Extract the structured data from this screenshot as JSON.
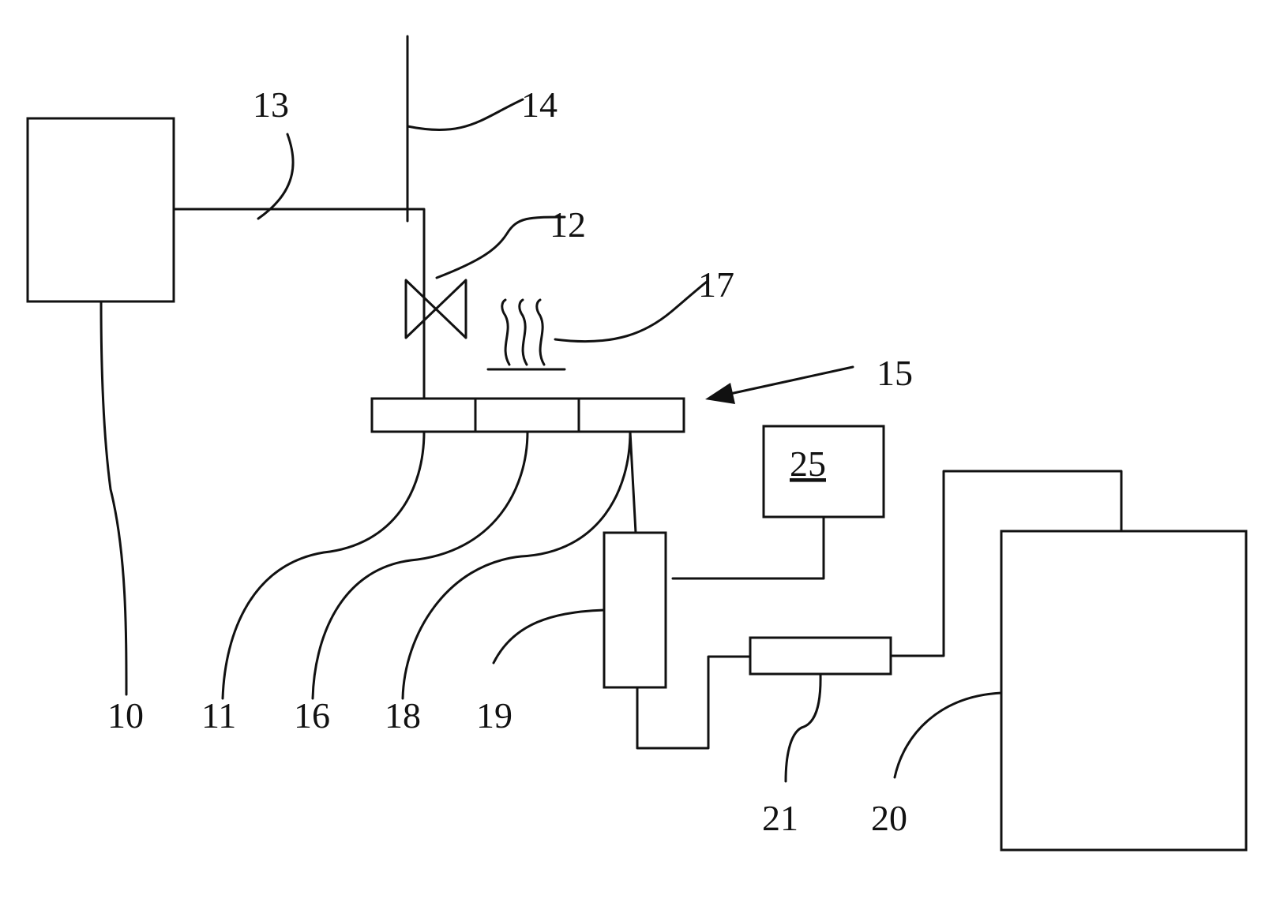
{
  "figure": {
    "colors": {
      "ink": "#111111",
      "paper": "#ffffff"
    },
    "labels": {
      "l10": "10",
      "l11": "11",
      "l12": "12",
      "l13": "13",
      "l14": "14",
      "l15": "15",
      "l16": "16",
      "l17": "17",
      "l18": "18",
      "l19": "19",
      "l20": "20",
      "l21": "21",
      "l25": "25"
    },
    "symbols": {
      "valve": "valve-icon",
      "heater": "heat-waves-icon",
      "arrow": "arrow-icon"
    }
  }
}
